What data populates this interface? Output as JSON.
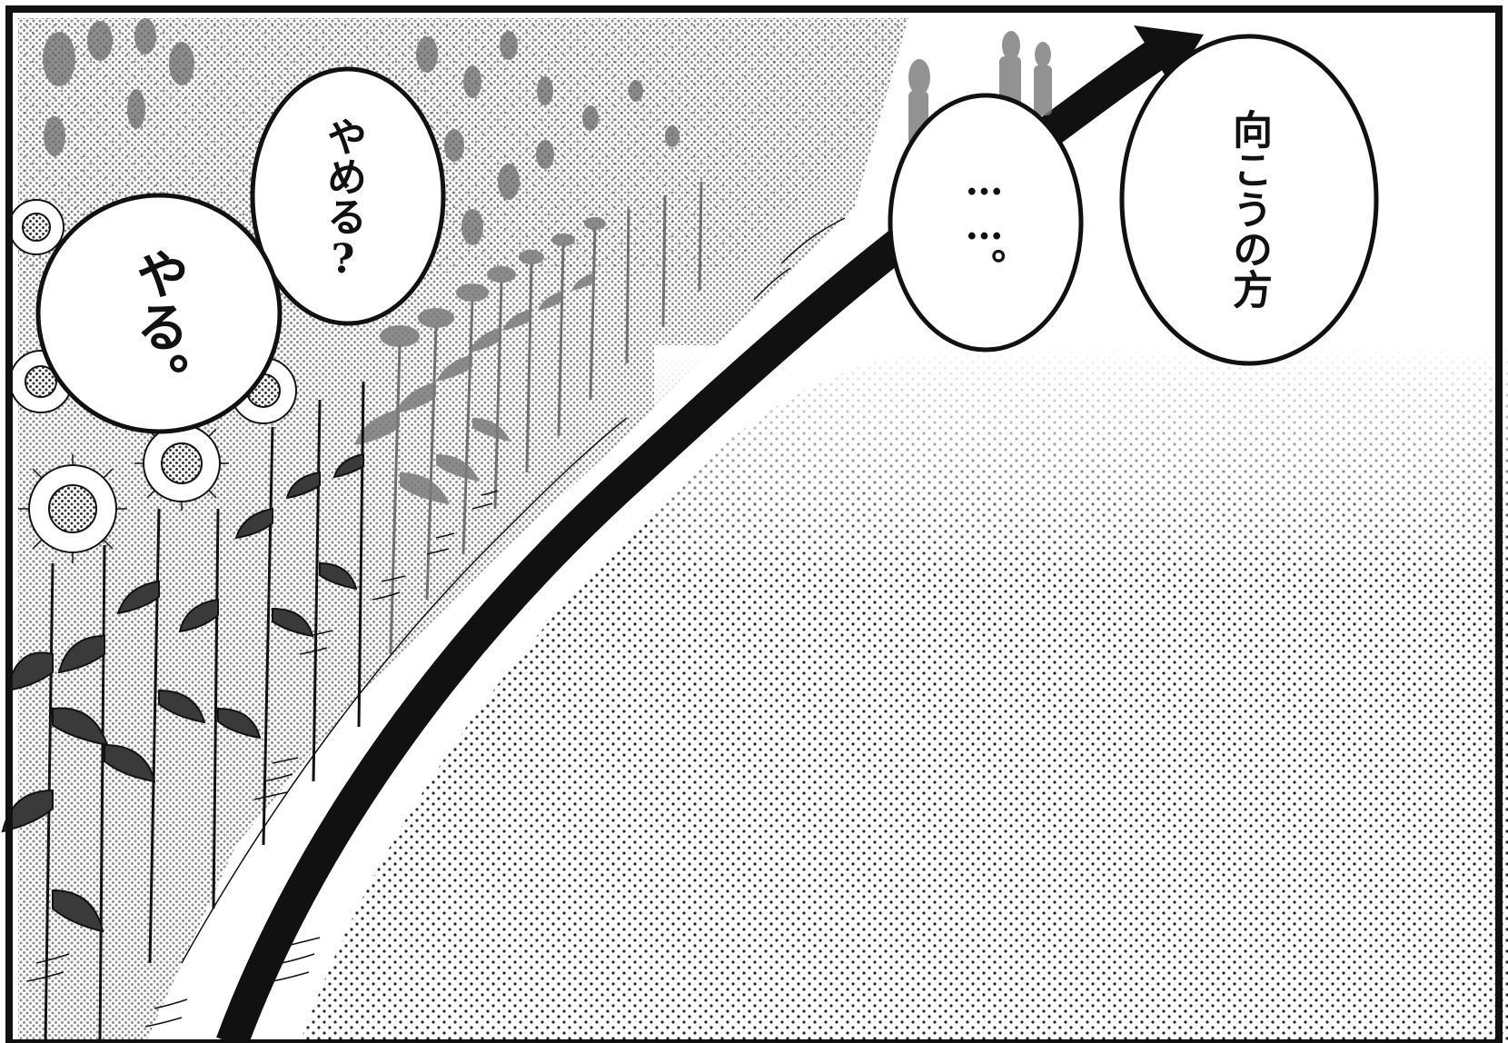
{
  "panel": {
    "colors": {
      "ink": "#111111",
      "paper": "#ffffff",
      "screentone": "#8a8a8a",
      "foliage": "#6e6e6e"
    }
  },
  "bubbles": {
    "yameru": "やめる?",
    "yaru": "やる。",
    "ellipsis": "……。",
    "mukou": "向こうの方"
  }
}
